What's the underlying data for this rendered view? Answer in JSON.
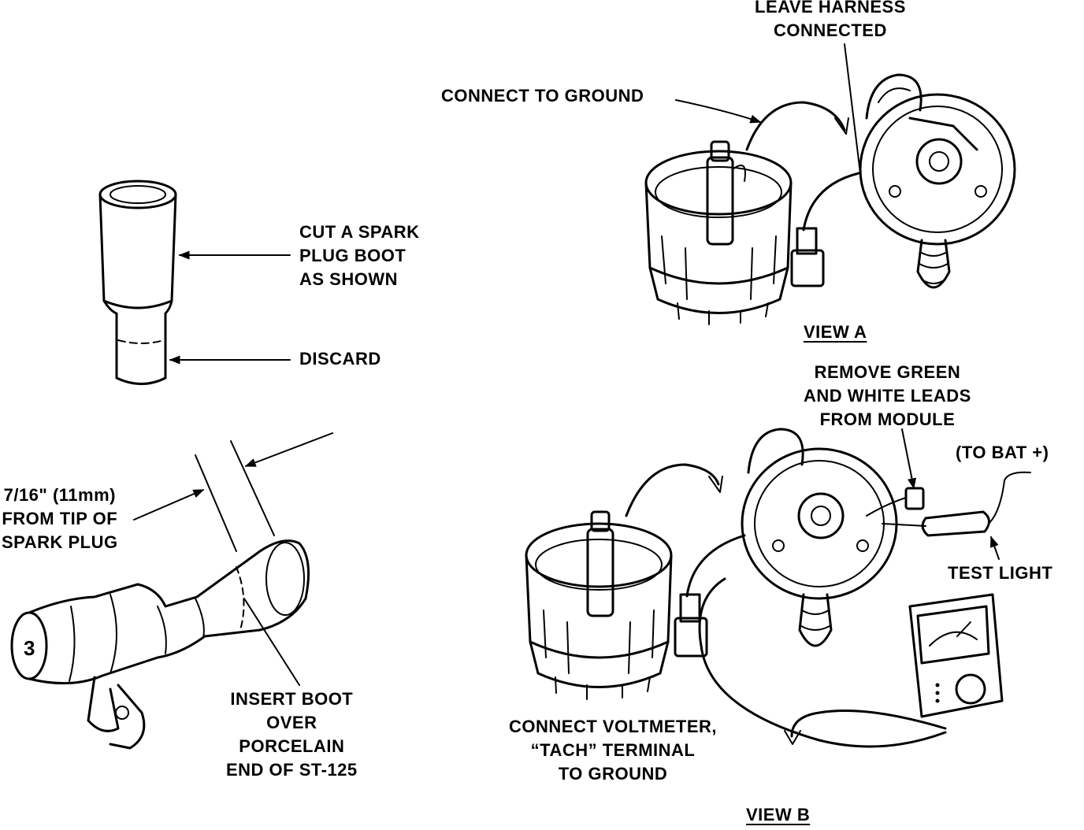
{
  "labels": {
    "leave_harness": [
      "LEAVE HARNESS",
      "CONNECTED"
    ],
    "connect_ground": "CONNECT TO GROUND",
    "cut_boot": [
      "CUT A SPARK",
      "PLUG BOOT",
      "AS SHOWN"
    ],
    "discard": "DISCARD",
    "view_a": "VIEW A",
    "remove_leads": [
      "REMOVE GREEN",
      "AND WHITE LEADS",
      "FROM MODULE"
    ],
    "to_bat": "(TO BAT +)",
    "test_light": "TEST LIGHT",
    "tip_distance": [
      "7/16\" (11mm)",
      "FROM TIP OF",
      "SPARK PLUG"
    ],
    "insert_boot": [
      "INSERT BOOT",
      "OVER",
      "PORCELAIN",
      "END OF ST-125"
    ],
    "connect_voltmeter": [
      "CONNECT VOLTMETER,",
      "“TACH” TERMINAL",
      "TO GROUND"
    ],
    "view_b": "VIEW B"
  }
}
